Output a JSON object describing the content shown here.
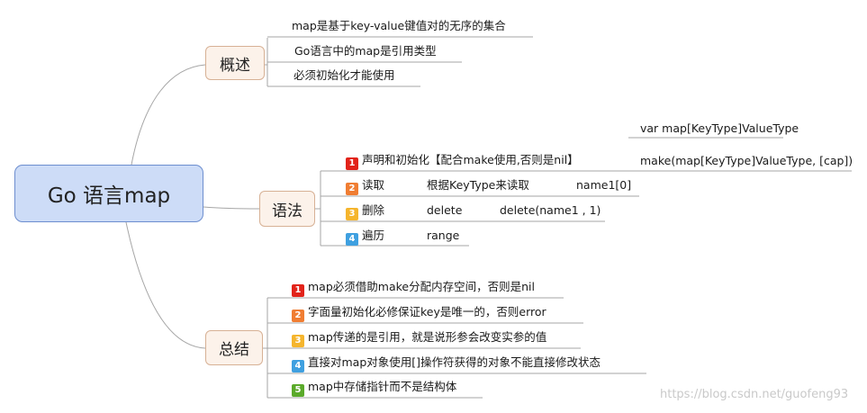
{
  "root": {
    "label": "Go 语言map"
  },
  "colors": {
    "root_fill": "#cddcf7",
    "root_border": "#6d8ecf",
    "branch_fill": "#fcf2ea",
    "branch_border": "#d7b195",
    "line": "#a6a6a6",
    "badge_1": "#e2231a",
    "badge_2": "#f07d32",
    "badge_3": "#f5b52d",
    "badge_4": "#3fa0e0",
    "badge_5": "#5aaa2a"
  },
  "overview": {
    "label": "概述",
    "items": [
      "map是基于key-value键值对的无序的集合",
      "Go语言中的map是引用类型",
      "必须初始化才能使用"
    ]
  },
  "syntax": {
    "label": "语法",
    "declare": {
      "num": "1",
      "label": "声明和初始化【配合make使用,否则是nil】",
      "code_var": "var map[KeyType]ValueType",
      "code_make": "make(map[KeyType]ValueType, [cap])"
    },
    "read": {
      "num": "2",
      "label": "读取",
      "desc": "根据KeyType来读取",
      "code": "name1[0]"
    },
    "delete": {
      "num": "3",
      "label": "删除",
      "desc": "delete",
      "code": "delete(name1 , 1)"
    },
    "iterate": {
      "num": "4",
      "label": "遍历",
      "desc": "range"
    }
  },
  "summary": {
    "label": "总结",
    "items": [
      {
        "num": "1",
        "text": "map必须借助make分配内存空间，否则是nil"
      },
      {
        "num": "2",
        "text": "字面量初始化必修保证key是唯一的，否则error"
      },
      {
        "num": "3",
        "text": "map传递的是引用，就是说形参会改变实参的值"
      },
      {
        "num": "4",
        "text": "直接对map对象使用[]操作符获得的对象不能直接修改状态"
      },
      {
        "num": "5",
        "text": "map中存储指针而不是结构体"
      }
    ]
  },
  "watermark": "https://blog.csdn.net/guofeng93"
}
